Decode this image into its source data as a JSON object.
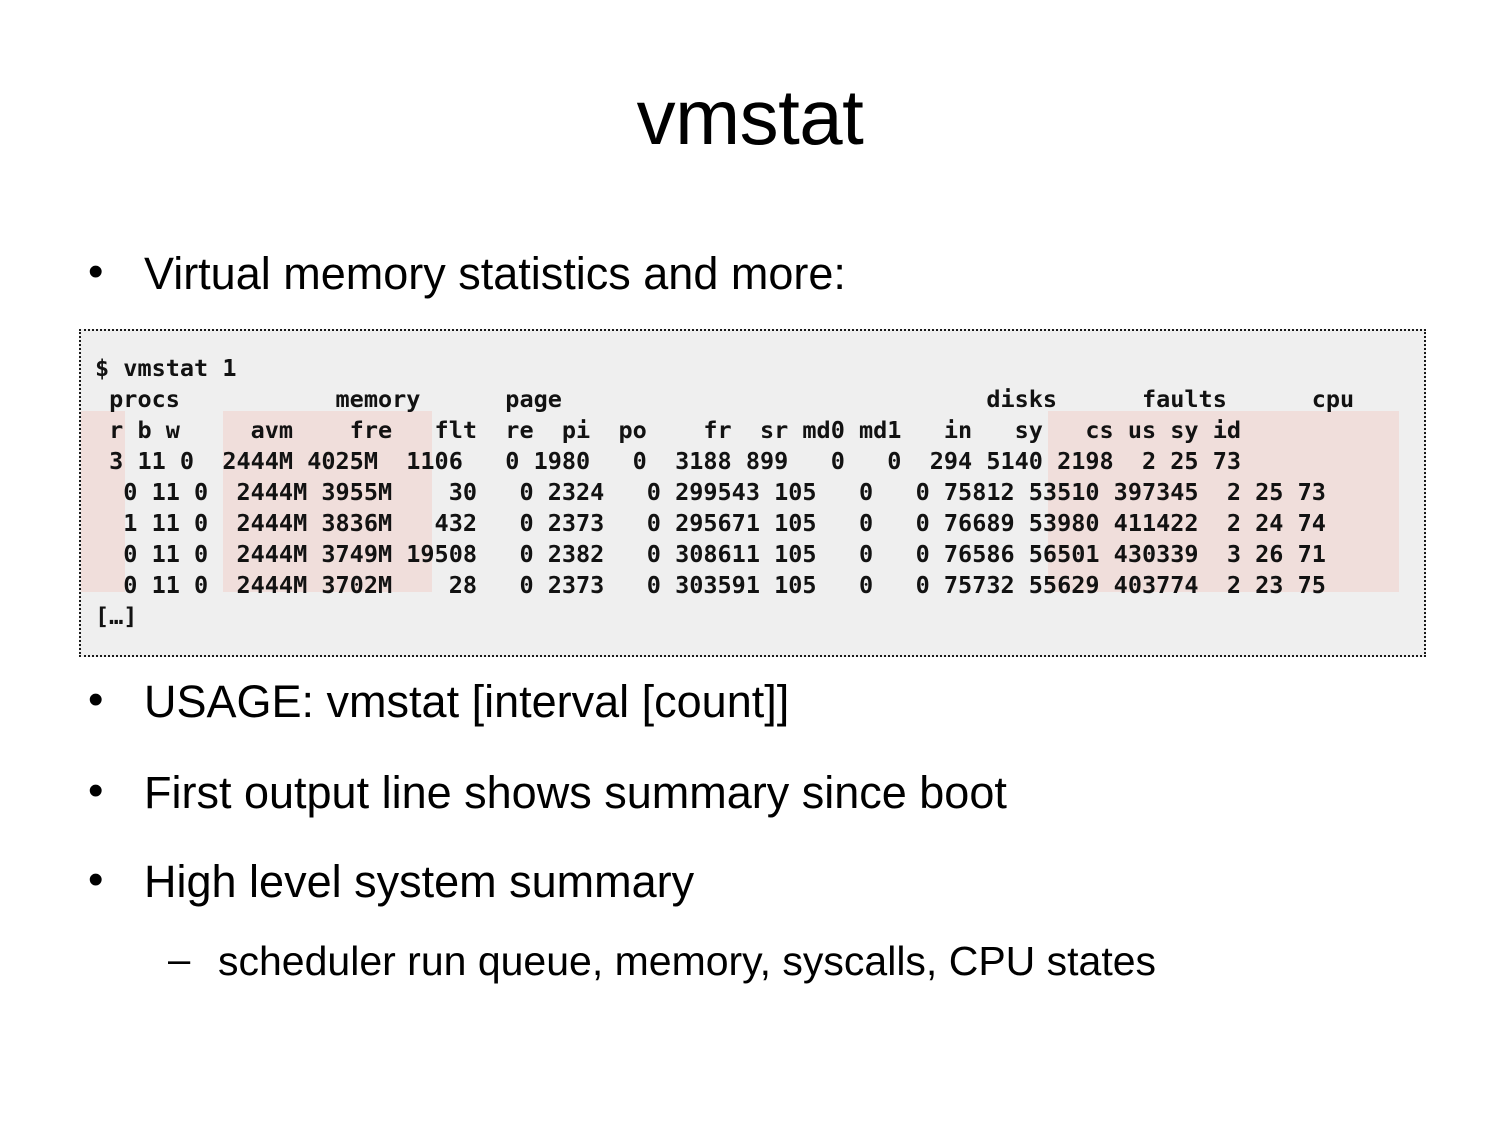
{
  "slide": {
    "title": "vmstat"
  },
  "bullets": [
    {
      "id": "bullet-intro",
      "level": 1,
      "marker": "•",
      "text": "Virtual memory statistics and more:"
    },
    {
      "id": "bullet-usage",
      "level": 1,
      "marker": "•",
      "text": "USAGE: vmstat [interval [count]]"
    },
    {
      "id": "bullet-first",
      "level": 1,
      "marker": "•",
      "text": "First output line shows summary since boot"
    },
    {
      "id": "bullet-high",
      "level": 1,
      "marker": "•",
      "text": "High level system summary"
    },
    {
      "id": "bullet-sched",
      "level": 2,
      "marker": "–",
      "text": "scheduler run queue, memory, syscalls, CPU states"
    }
  ],
  "terminal": {
    "prompt_line": "$ vmstat 1",
    "group_header": " procs           memory      page                              disks      faults      cpu",
    "column_header": " r b w     avm    fre   flt  re  pi  po    fr  sr md0 md1   in   sy   cs us sy id",
    "rows": [
      " 3 11 0  2444M 4025M  1106   0 1980   0  3188 899   0   0  294 5140 2198  2 25 73",
      "  0 11 0  2444M 3955M    30   0 2324   0 299543 105   0   0 75812 53510 397345  2 25 73",
      "  1 11 0  2444M 3836M   432   0 2373   0 295671 105   0   0 76689 53980 411422  2 24 74",
      "  0 11 0  2444M 3749M 19508   0 2382   0 308611 105   0   0 76586 56501 430339  3 26 71",
      "  0 11 0  2444M 3702M    28   0 2373   0 303591 105   0   0 75732 55629 403774  2 23 75"
    ],
    "truncation": "[…]",
    "full_text": "$ vmstat 1\n procs           memory      page                              disks      faults      cpu\n r b w     avm    fre   flt  re  pi  po    fr  sr md0 md1   in   sy   cs us sy id\n 3 11 0  2444M 4025M  1106   0 1980   0  3188 899   0   0  294 5140 2198  2 25 73\n  0 11 0  2444M 3955M    30   0 2324   0 299543 105   0   0 75812 53510 397345  2 25 73\n  1 11 0  2444M 3836M   432   0 2373   0 295671 105   0   0 76689 53980 411422  2 24 74\n  0 11 0  2444M 3749M 19508   0 2382   0 308611 105   0   0 76586 56501 430339  3 26 71\n  0 11 0  2444M 3702M    28   0 2373   0 303591 105   0   0 75732 55629 403774  2 23 75\n[…]",
    "highlights": [
      {
        "name": "runqueue",
        "columns": [
          "r"
        ]
      },
      {
        "name": "memory",
        "columns": [
          "avm",
          "fre"
        ]
      },
      {
        "name": "cpu",
        "columns": [
          "sy",
          "cs",
          "us",
          "sy",
          "id"
        ]
      }
    ]
  },
  "colors": {
    "code_background": "#efefef",
    "highlight": "#f0dedb",
    "text": "#121212",
    "border": "#1a1a1a",
    "page_background": "#ffffff"
  }
}
